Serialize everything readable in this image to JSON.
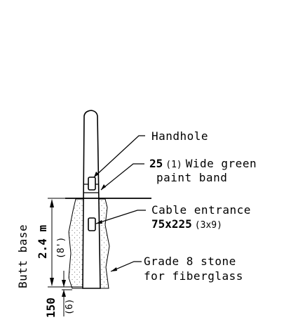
{
  "labels": {
    "handhole": "Handhole",
    "paint_band_value": "25",
    "paint_band_imperial": "(1)",
    "paint_band_line1": "Wide green",
    "paint_band_line2": "paint band",
    "cable_entrance": "Cable entrance",
    "cable_value": "75x225",
    "cable_imperial": "(3x9)",
    "stone_line1": "Grade 8 stone",
    "stone_line2": "for fiberglass",
    "butt_base": "Butt base",
    "depth_value": "2.4 m",
    "depth_imperial": "(8')",
    "bottom_value": "150",
    "bottom_imperial": "(6)"
  }
}
